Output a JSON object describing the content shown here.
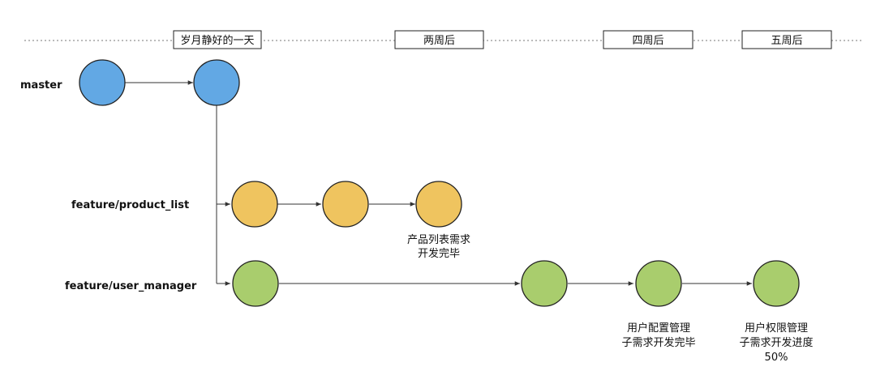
{
  "timeline": {
    "markers": [
      {
        "label": "岁月静好的一天"
      },
      {
        "label": "两周后"
      },
      {
        "label": "四周后"
      },
      {
        "label": "五周后"
      }
    ]
  },
  "branches": [
    {
      "label": "master",
      "color": "#62a8e4"
    },
    {
      "label": "feature/product_list",
      "color": "#efc45f"
    },
    {
      "label": "feature/user_manager",
      "color": "#a9cd6d"
    }
  ],
  "captions": {
    "product_list_done": [
      "产品列表需求",
      "开发完毕"
    ],
    "user_config_done": [
      "用户配置管理",
      "子需求开发完毕"
    ],
    "user_permission_progress": [
      "用户权限管理",
      "子需求开发进度",
      "50%"
    ]
  }
}
